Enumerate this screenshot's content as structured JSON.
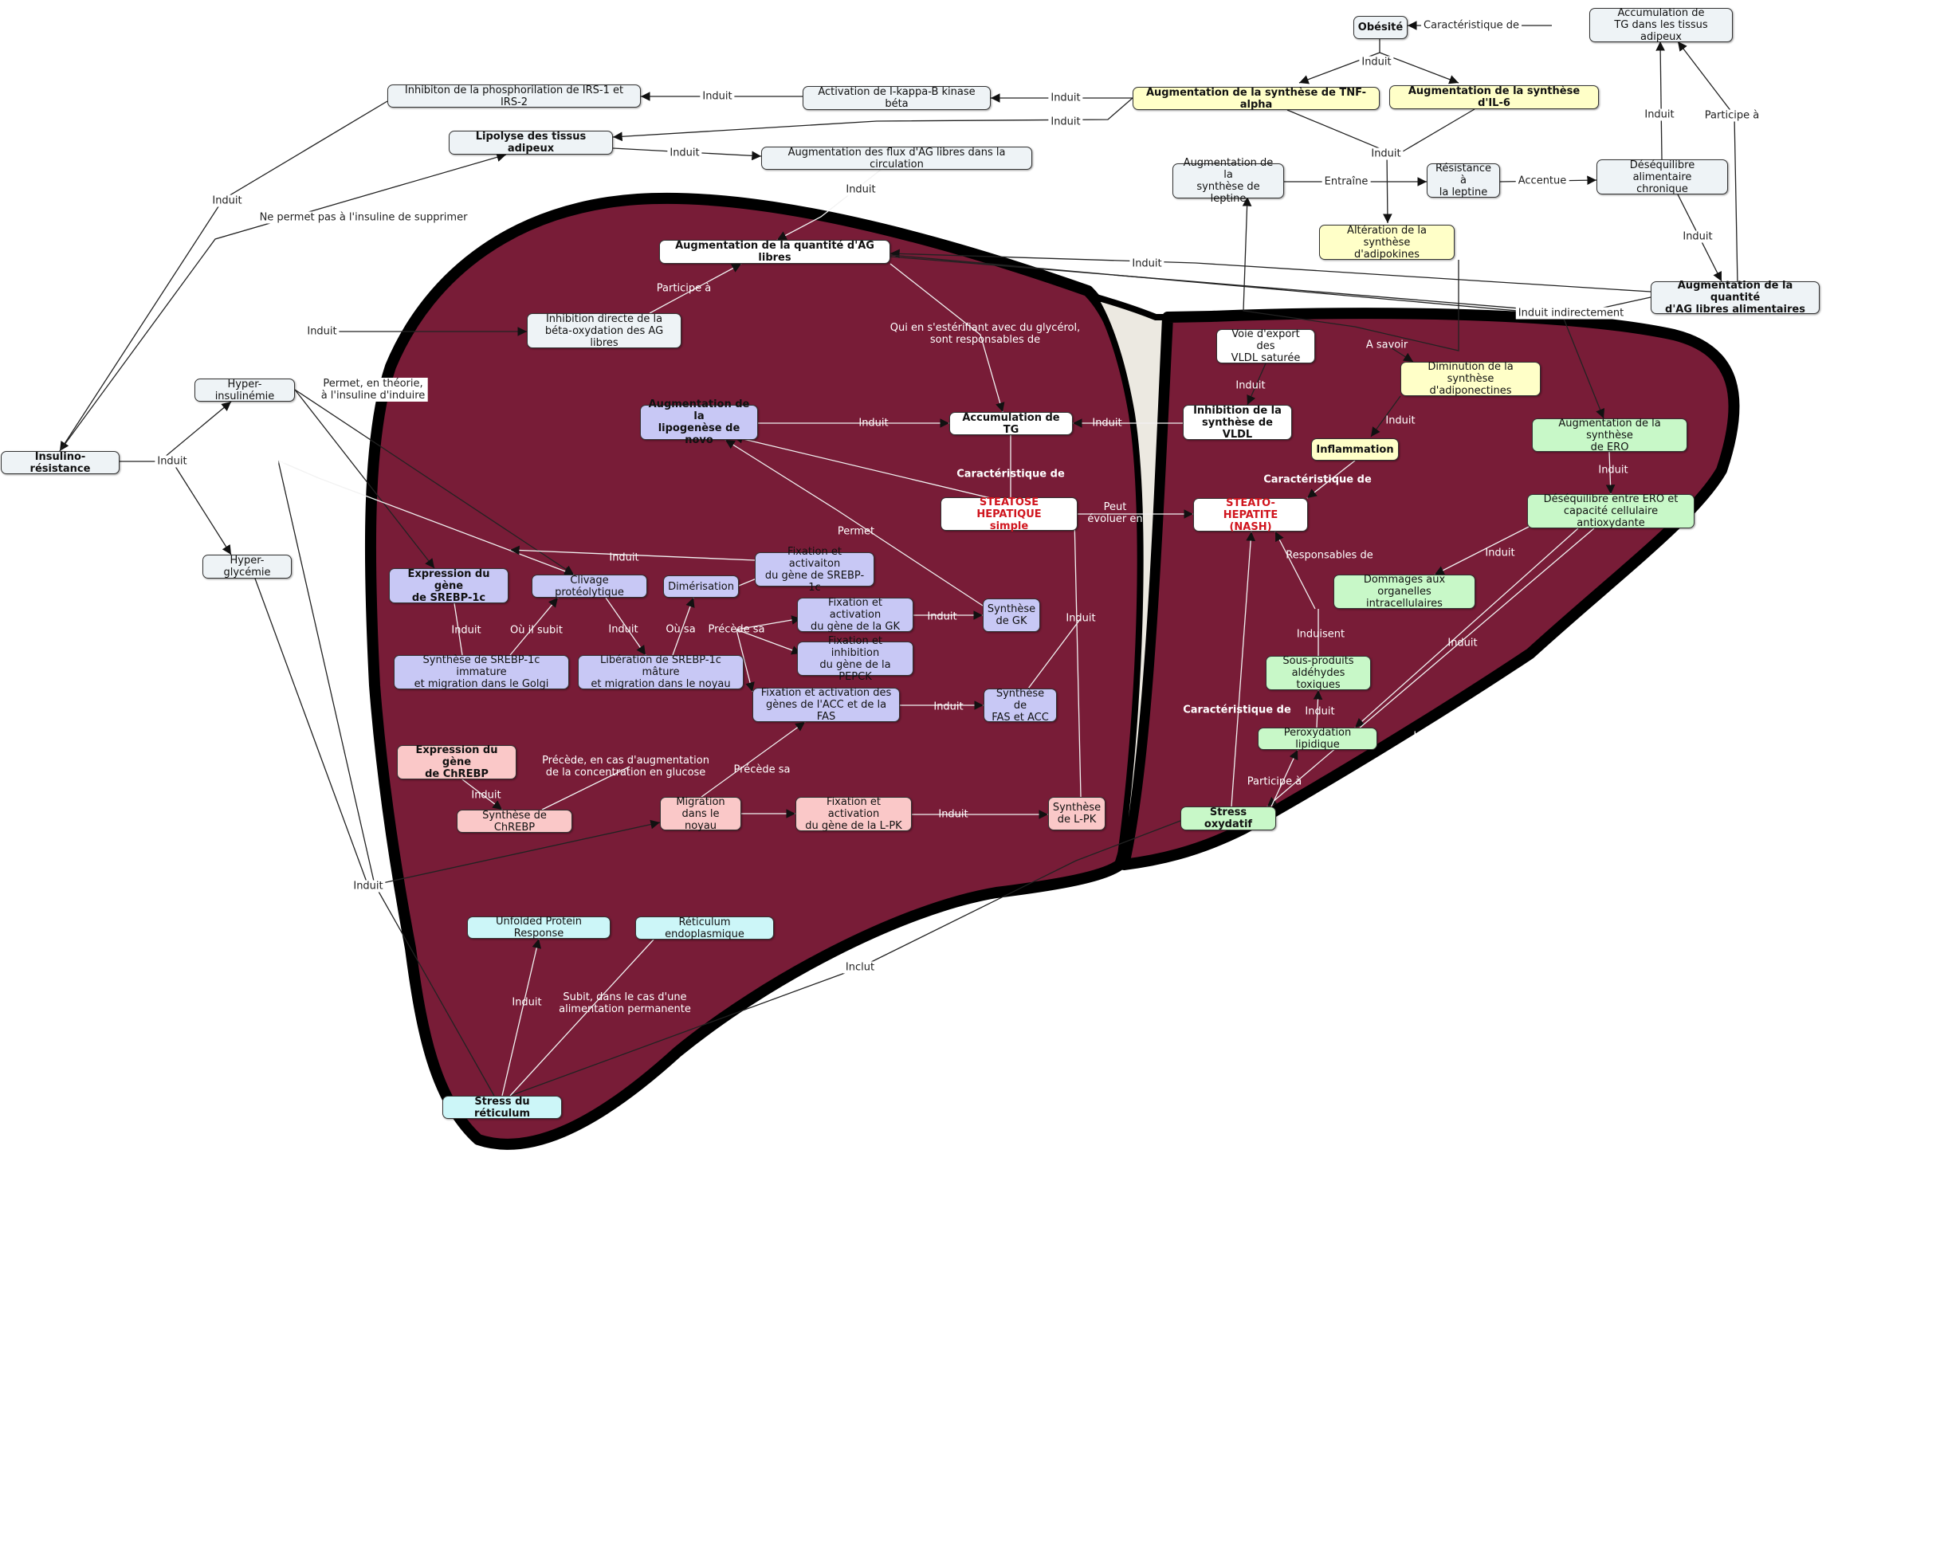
{
  "colors": {
    "liver_fill": "#781c37",
    "liver_border": "#000000",
    "gap_fill": "#ece9e1",
    "gray_node": "#eef3f6",
    "yellow_node": "#ffffc8",
    "lavender_node": "#c8c8f5",
    "pink_node": "#fac8c8",
    "green_node": "#c8f8c8",
    "cyan_node": "#ccf6f8",
    "white_node": "#ffffff",
    "red_text": "#d0151e"
  },
  "nodes": {
    "obesite": {
      "text": "Obésité"
    },
    "accum_tg_adipeux": {
      "text": "Accumulation de\nTG dans les tissus adipeux"
    },
    "tnf_alpha": {
      "text": "Augmentation de la synthèse de TNF-alpha"
    },
    "il6": {
      "text": "Augmentation de la synthèse d'IL-6"
    },
    "ikb_kinase": {
      "text": "Activation de I-kappa-B kinase béta"
    },
    "inhib_irs": {
      "text": "Inhibiton de la phosphorilation de IRS-1 et IRS-2"
    },
    "lipolyse": {
      "text": "Lipolyse des tissus adipeux"
    },
    "flux_ag": {
      "text": "Augmentation des flux d'AG libres dans la circulation"
    },
    "synth_leptine": {
      "text": "Augmentation de la\nsynthèse de leptine"
    },
    "resist_leptine": {
      "text": "Résistance à\nla leptine"
    },
    "desequilibre_alim": {
      "text": "Déséquilibre alimentaire\nchronique"
    },
    "alter_adipokines": {
      "text": "Altération de la synthèse\nd'adipokines"
    },
    "ag_alimentaires": {
      "text": "Augmentation de la quantité\nd'AG libres alimentaires"
    },
    "qte_ag_libres": {
      "text": "Augmentation de la quantité d'AG libres"
    },
    "inhib_beta_ox": {
      "text": "Inhibition directe de la\nbéta-oxydation des AG libres"
    },
    "hyper_insulinemie": {
      "text": "Hyper-insulinémie"
    },
    "insulino_resistance": {
      "text": "Insulino-résistance"
    },
    "hyper_glycemie": {
      "text": "Hyper-glycémie"
    },
    "lipogenese": {
      "text": "Augmentation de la\nlipogenèse de novo"
    },
    "accum_tg": {
      "text": "Accumulation de TG"
    },
    "steatose": {
      "text": "STEATOSE HEPATIQUE\nsimple"
    },
    "vldl_export": {
      "text": "Voie d'export des\nVLDL saturée"
    },
    "inhib_vldl": {
      "text": "Inhibition de la\nsynthèse de VLDL"
    },
    "dim_adiponectines": {
      "text": "Diminution de la synthèse\nd'adiponectines"
    },
    "inflammation": {
      "text": "Inflammation"
    },
    "nash": {
      "text": "STEATO-HEPATITE\n(NASH)"
    },
    "synth_ero": {
      "text": "Augmentation de la synthèse\nde ERO"
    },
    "deseq_ero": {
      "text": "Déséquilibre entre ERO et\ncapacité cellulaire antioxydante"
    },
    "dommages": {
      "text": "Dommages aux organelles\nintracellulaires"
    },
    "aldehydes": {
      "text": "Sous-produits\naldéhydes toxiques"
    },
    "peroxydation": {
      "text": "Peroxydation lipidique"
    },
    "stress_ox": {
      "text": "Stress oxydatif"
    },
    "expr_srebp": {
      "text": "Expression du gène\nde SREBP-1c"
    },
    "clivage": {
      "text": "Clivage protéolytique"
    },
    "dimerisation": {
      "text": "Dimérisation"
    },
    "fix_srebp": {
      "text": "Fixation et activaiton\ndu gène de SREBP-1c"
    },
    "fix_gk": {
      "text": "Fixation et activation\ndu gène de la GK"
    },
    "synth_gk": {
      "text": "Synthèse\nde GK"
    },
    "fix_pepck": {
      "text": "Fixation et inhibition\ndu gène de la PEPCK"
    },
    "synth_srebp_imm": {
      "text": "Synthèse de SREBP-1c immature\net migration dans le Golgi"
    },
    "liberation_srebp": {
      "text": "Libération de SREBP-1c mâture\net migration dans le noyau"
    },
    "fix_acc_fas": {
      "text": "Fixation et activation des\ngènes de l'ACC et de la FAS"
    },
    "synth_fas_acc": {
      "text": "Synthèse de\nFAS et ACC"
    },
    "expr_chrebp": {
      "text": "Expression du gène\nde ChREBP"
    },
    "synth_chrebp": {
      "text": "Synthèse de ChREBP"
    },
    "migration_noyau": {
      "text": "Migration\ndans le noyau"
    },
    "fix_lpk": {
      "text": "Fixation et activation\ndu gène de la L-PK"
    },
    "synth_lpk": {
      "text": "Synthèse\nde L-PK"
    },
    "upr": {
      "text": "Unfolded Protein Response"
    },
    "reticulum": {
      "text": "Réticulum endoplasmique"
    },
    "stress_reticulum": {
      "text": "Stress du réticulum"
    }
  },
  "labels": {
    "caract_de_1": "Caractéristique de",
    "induit_obesite": "Induit",
    "induit_tnf_ikb": "Induit",
    "induit_ikb_irs": "Induit",
    "induit_lipolyse": "Induit",
    "induit_flux": "Induit",
    "induit_flux_ag": "Induit",
    "induit_tnf_leptine": "Induit",
    "entraine": "Entraîne",
    "accentue": "Accentue",
    "induit_deseq_accum": "Induit",
    "participe_a_top": "Participe à",
    "induit_deseq_alim": "Induit",
    "induit_irs_ir": "Induit",
    "ne_permet_pas": "Ne permet pas à l'insuline de supprimer",
    "induit_alim_ag": "Induit",
    "induit_indirect": "Induit indirectement",
    "participe_a_ag": "Participe à",
    "qui_esterifiant": "Qui en s'estérifiant avec du glycérol,\nsont responsables de",
    "induit_hyper_beta": "Induit",
    "permet_theorie": "Permet, en théorie,\nà l'insuline d'induire",
    "induit_ir": "Induit",
    "induit_lipo_tg": "Induit",
    "induit_vldl_tg": "Induit",
    "a_savoir": "A savoir",
    "induit_vldl": "Induit",
    "induit_dim_infl": "Induit",
    "caract_steatose": "Caractéristique de",
    "caract_nash": "Caractéristique de",
    "peut_evoluer": "Peut\névoluer en",
    "induit_ero": "Induit",
    "responsables_de": "Responsables de",
    "induit_deseq_domm": "Induit",
    "induisent": "Induisent",
    "induit_deseq_perox": "Induit",
    "induit_perox_ald": "Induit",
    "induit_deseq_stress": "Induit",
    "participe_stress": "Participe à",
    "caract_stress": "Caractéristique de",
    "permet_gk": "Permet",
    "induit_left": "Induit",
    "induit_srebp_fix": "Induit",
    "induit_srebp_synth": "Induit",
    "ou_il_subit": "Où il subit",
    "induit_clivage": "Induit",
    "ou_sa": "Où sa",
    "precede_sa_1": "Précède sa",
    "induit_gk": "Induit",
    "induit_lpk_right": "Induit",
    "induit_fas": "Induit",
    "induit_chrebp": "Induit",
    "precede_glucose": "Précède, en cas d'augmentation\nde la concentration en glucose",
    "precede_sa_2": "Précède sa",
    "induit_lpk": "Induit",
    "induit_glycemie": "Induit",
    "inclut": "Inclut",
    "induit_upr": "Induit",
    "subit_reticulum": "Subit, dans le cas d'une\nalimentation permanente"
  }
}
